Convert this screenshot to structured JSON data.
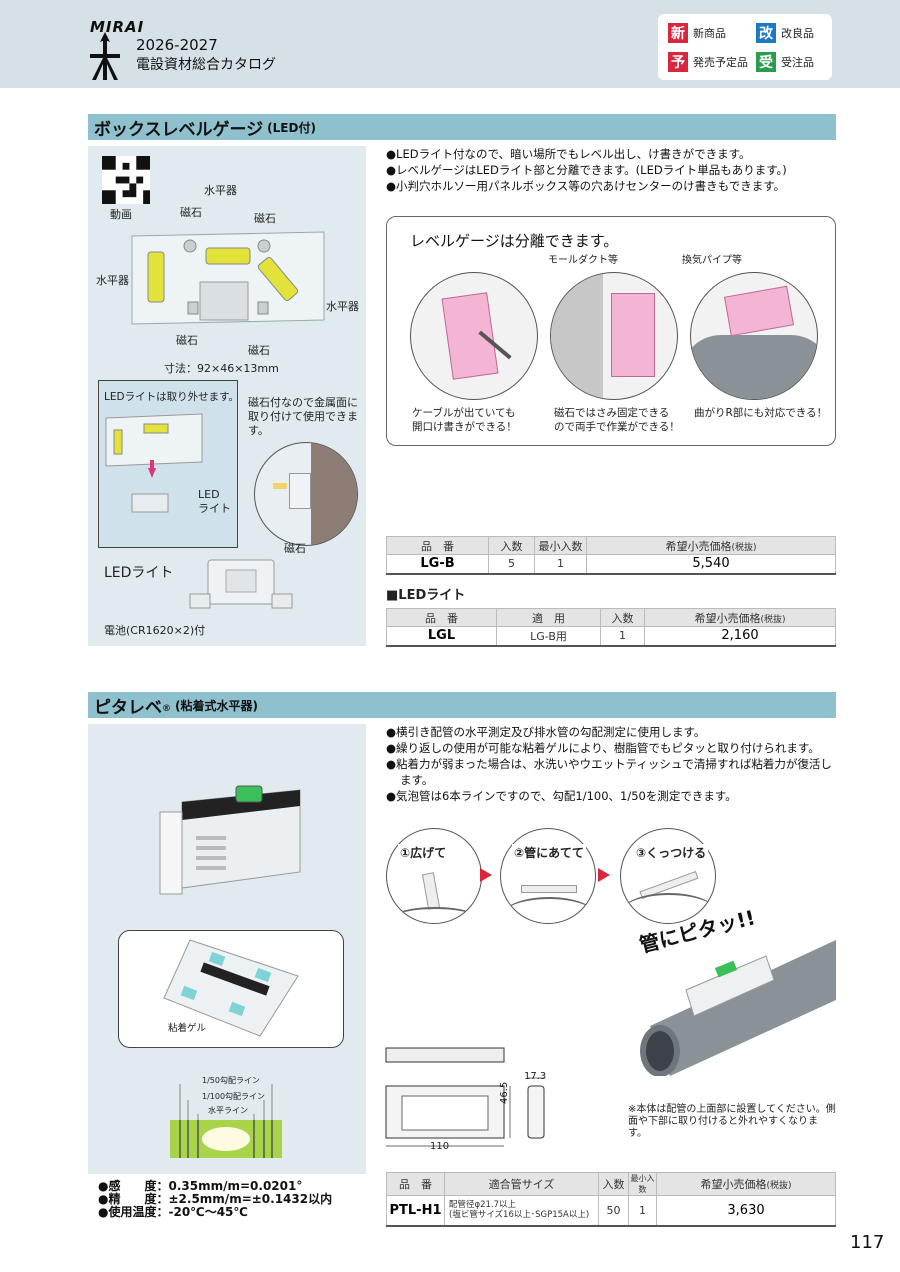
{
  "header": {
    "brand": "MIRAI",
    "catalog_year": "2026-2027",
    "catalog_title": "電設資材総合カタログ",
    "legend": [
      {
        "mark": "新",
        "label": "新商品",
        "color": "#d7263d"
      },
      {
        "mark": "改",
        "label": "改良品",
        "color": "#1e78c8"
      },
      {
        "mark": "予",
        "label": "発売予定品",
        "color": "#d7263d"
      },
      {
        "mark": "受",
        "label": "受注品",
        "color": "#2a9d4a"
      }
    ]
  },
  "section1": {
    "title": "ボックスレベルゲージ",
    "subtitle": "(LED付)",
    "qr_label": "動画",
    "labels": {
      "suihei_top": "水平器",
      "jishaku_tl": "磁石",
      "jishaku_tr": "磁石",
      "suihei_left": "水平器",
      "suihei_right": "水平器",
      "jishaku_bl": "磁石",
      "jishaku_bc": "磁石",
      "size": "寸法：92×46×13mm"
    },
    "led_box": {
      "title": "LEDライトは取り外せます。",
      "led_label": "LED\nライト",
      "note": "磁石付なので金属面に取り付けて使用できます。",
      "jishaku": "磁石"
    },
    "led_light": {
      "title": "LEDライト",
      "battery": "電池(CR1620×2)付"
    },
    "bullets": [
      "●LEDライト付なので、暗い場所でもレベル出し、け書きができます。",
      "●レベルゲージはLEDライト部と分離できます。(LEDライト単品もあります。)",
      "●小判穴ホルソー用パネルボックス等の穴あけセンターのけ書きもできます。"
    ],
    "callout": {
      "title": "レベルゲージは分離できます。",
      "tag_duct": "モールダクト等",
      "tag_pipe": "換気パイプ等",
      "cap1": "ケーブルが出ていても\n開口け書きができる！",
      "cap2": "磁石ではさみ固定できる\nので両手で作業ができる！",
      "cap3": "曲がりR部にも対応できる！"
    },
    "table1": {
      "headers": [
        "品　番",
        "入数",
        "最小入数",
        "希望小売価格"
      ],
      "header_note": "(税抜)",
      "row": {
        "part": "LG-B",
        "qty": "5",
        "min": "1",
        "price": "5,540"
      }
    },
    "led_heading": "■LEDライト",
    "table2": {
      "headers": [
        "品　番",
        "適　用",
        "入数",
        "希望小売価格"
      ],
      "header_note": "(税抜)",
      "row": {
        "part": "LGL",
        "use": "LG-B用",
        "qty": "1",
        "price": "2,160"
      }
    }
  },
  "section2": {
    "title": "ピタレベ",
    "reg": "®",
    "subtitle": "(粘着式水平器)",
    "gel_label": "粘着ゲル",
    "bubble_labels": [
      "1/50勾配ライン",
      "1/100勾配ライン",
      "水平ライン"
    ],
    "specs": [
      {
        "label": "●感　　度",
        "value": "：0.35mm/m=0.0201°"
      },
      {
        "label": "●精　　度",
        "value": "：±2.5mm/m=±0.1432以内"
      },
      {
        "label": "●使用温度",
        "value": "：-20℃～45℃"
      }
    ],
    "bullets": [
      "●横引き配管の水平測定及び排水管の勾配測定に使用します。",
      "●繰り返しの使用が可能な粘着ゲルにより、樹脂管でもピタッと取り付けられます。",
      "●粘着力が弱まった場合は、水洗いやウエットティッシュで清掃すれば粘着力が復活します。",
      "●気泡管は6本ラインですので、勾配1/100、1/50を測定できます。"
    ],
    "steps": [
      "①広げて",
      "②管にあてて",
      "③くっつける"
    ],
    "catch": "管にピタッ!!",
    "dims": {
      "w": "110",
      "h": "46.5",
      "d": "17.3"
    },
    "note": "※本体は配管の上面部に設置してください。側面や下部に取り付けると外れやすくなります。",
    "table": {
      "headers": [
        "品　番",
        "適合管サイズ",
        "入数",
        "最小入数",
        "希望小売価格"
      ],
      "header_note": "(税抜)",
      "row": {
        "part": "PTL-H1",
        "size": "配管径φ21.7以上\n(塩ビ管サイズ16以上･SGP15A以上)",
        "qty": "50",
        "min": "1",
        "price": "3,630"
      }
    }
  },
  "page_number": "117"
}
